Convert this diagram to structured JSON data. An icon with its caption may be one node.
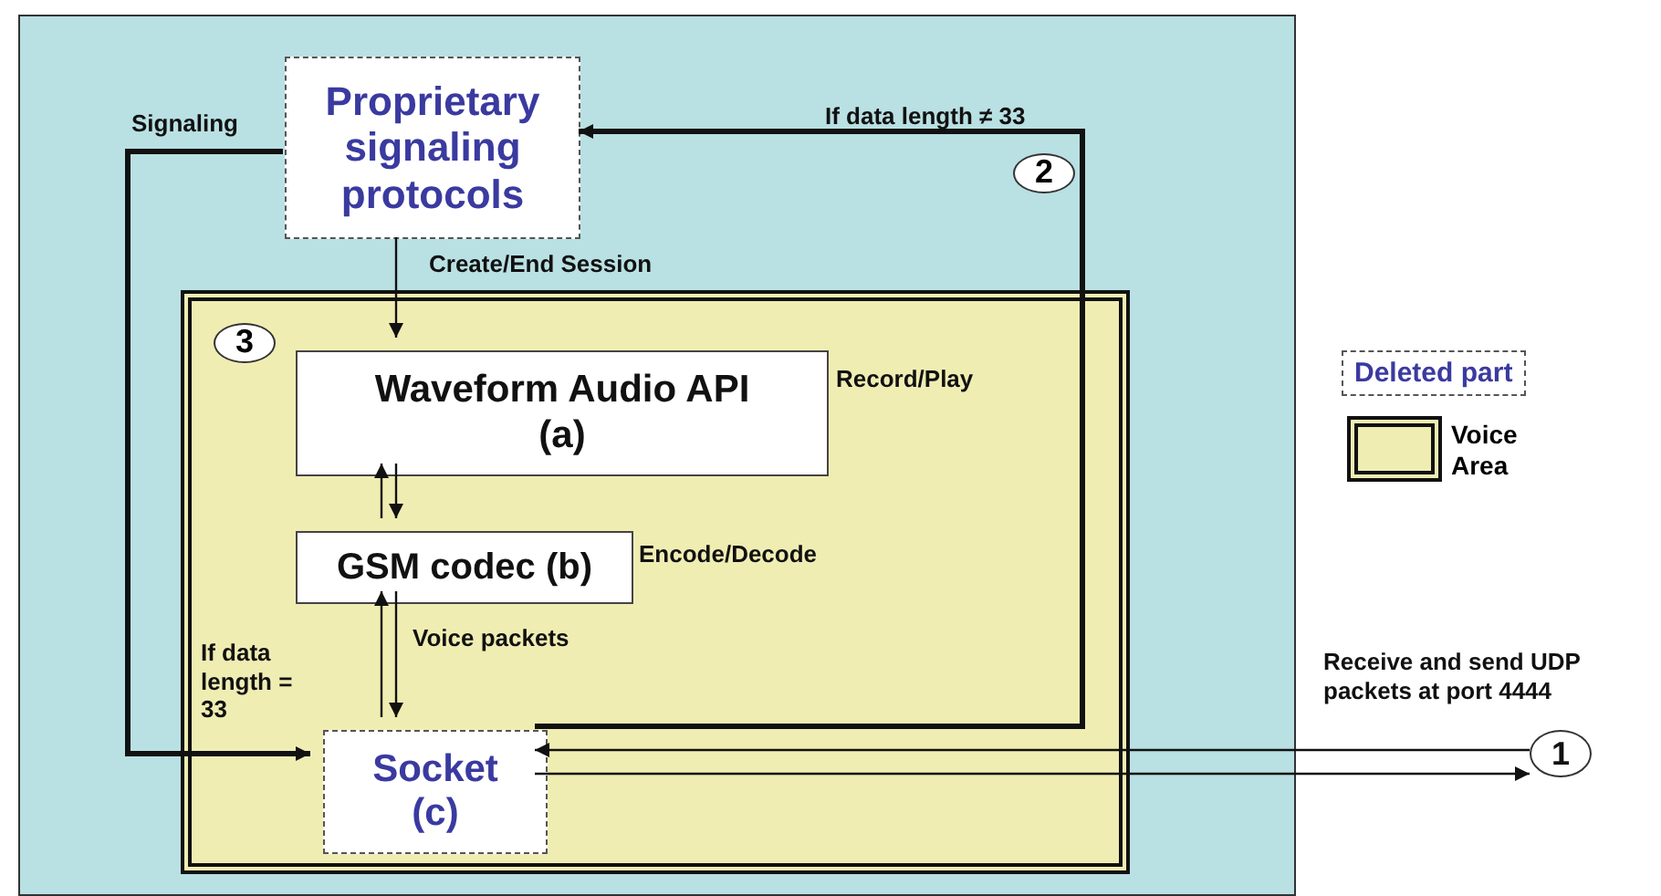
{
  "diagram": {
    "nodes": [
      {
        "text": [],
        "shape": "box"
      },
      {
        "text": [
          "Proprietary signaling protocols"
        ],
        "in": 0
      },
      {
        "text": [],
        "shape": "box",
        "in": 0
      },
      {
        "text": [
          "Waveform Audio  API",
          "(a)"
        ],
        "in": 2,
        "beside": [
          "Record/Play"
        ]
      },
      {
        "text": [
          "GSM codec (b)"
        ],
        "in": 2,
        "beside": [
          "Encode/Decode"
        ]
      },
      {
        "text": [
          "Socket",
          "(c)"
        ],
        "in": 2
      },
      {
        "text": [
          "1"
        ]
      }
    ],
    "edges": [
      {
        "from": 1,
        "to": 3,
        "arrow": "to",
        "label": "Create/End Session"
      },
      {
        "from": 3,
        "to": 4,
        "arrow": "to"
      },
      {
        "from": 4,
        "to": 3,
        "arrow": "to"
      },
      {
        "from": 4,
        "to": 5,
        "arrow": "to",
        "label": "Voice packets"
      },
      {
        "from": 5,
        "to": 4,
        "arrow": "to"
      },
      {
        "from": 1,
        "to": 5,
        "arrow": "to",
        "label": "Signaling",
        "style": "thick"
      },
      {
        "from": 5,
        "to": 1,
        "arrow": "to",
        "label": "If data length ≠ 33",
        "style": "thick"
      },
      {
        "from": 6,
        "to": 5,
        "arrow": "to"
      },
      {
        "from": 5,
        "to": 6,
        "arrow": "to"
      }
    ],
    "labels": [
      "2",
      "3",
      "If data length = 33",
      "Receive and send  UDP packets at port 4444"
    ],
    "legend": [
      {
        "text": "Deleted part"
      },
      {
        "text": "Voice Area"
      }
    ]
  }
}
